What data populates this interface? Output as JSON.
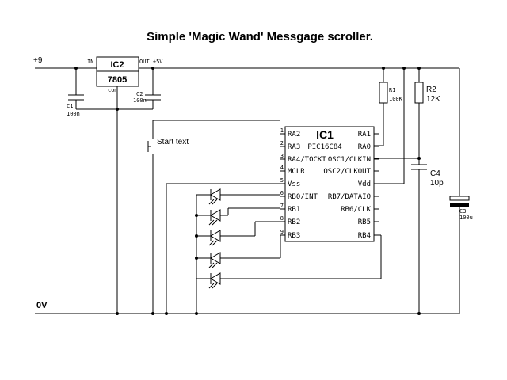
{
  "title": "Simple 'Magic Wand' Messgage scroller.",
  "rails": {
    "supply": "+9",
    "ground": "0V"
  },
  "regulator": {
    "name": "IC2",
    "part": "7805",
    "pin_in": "IN",
    "pin_out": "OUT +5V",
    "pin_com": "com"
  },
  "capacitors": {
    "c1": {
      "name": "C1",
      "value": "100n"
    },
    "c2": {
      "name": "C2",
      "value": "100n"
    },
    "c3": {
      "name": "C3",
      "value": "100u"
    },
    "c4": {
      "name": "C4",
      "value": "10p"
    }
  },
  "resistors": {
    "r1": {
      "name": "R1",
      "value": "100K"
    },
    "r2": {
      "name": "R2",
      "value": "12K"
    }
  },
  "switch": {
    "label": "Start text"
  },
  "mcu": {
    "name": "IC1",
    "part": "PIC16C84",
    "left_pins": [
      {
        "num": "1",
        "label": "RA2"
      },
      {
        "num": "2",
        "label": "RA3"
      },
      {
        "num": "3",
        "label": "RA4/TOCKI"
      },
      {
        "num": "4",
        "label": "MCLR"
      },
      {
        "num": "5",
        "label": "Vss"
      },
      {
        "num": "6",
        "label": "RB0/INT"
      },
      {
        "num": "7",
        "label": "RB1"
      },
      {
        "num": "8",
        "label": "RB2"
      },
      {
        "num": "9",
        "label": "RB3"
      }
    ],
    "right_pins": [
      {
        "label": "RA1"
      },
      {
        "label": "RA0"
      },
      {
        "label": "OSC1/CLKIN"
      },
      {
        "label": "OSC2/CLKOUT"
      },
      {
        "label": "Vdd"
      },
      {
        "label": "RB7/DATAIO"
      },
      {
        "label": "RB6/CLK"
      },
      {
        "label": "RB5"
      },
      {
        "label": "RB4"
      }
    ]
  }
}
